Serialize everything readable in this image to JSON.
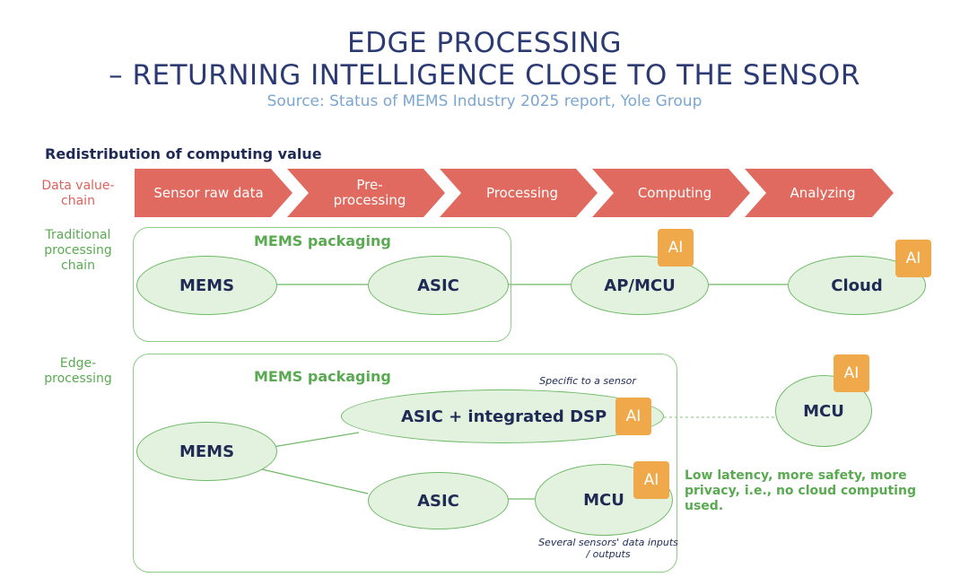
{
  "title_line1": "EDGE PROCESSING",
  "title_line2": "– RETURNING INTELLIGENCE CLOSE TO THE SENSOR",
  "source": "Source: Status of MEMS Industry 2025 report, Yole Group",
  "section_title": "Redistribution of computing value",
  "row_labels": {
    "value_chain": "Data value-\nchain",
    "traditional": "Traditional\nprocessing\nchain",
    "edge": "Edge-\nprocessing"
  },
  "value_chain": [
    "Sensor raw data",
    "Pre-\nprocessing",
    "Processing",
    "Computing",
    "Analyzing"
  ],
  "traditional": {
    "packaging_label": "MEMS packaging",
    "nodes": [
      "MEMS",
      "ASIC",
      "AP/MCU",
      "Cloud"
    ],
    "ai_label": "AI"
  },
  "edge": {
    "packaging_label": "MEMS packaging",
    "mems": "MEMS",
    "asic_dsp": "ASIC + integrated DSP",
    "asic": "ASIC",
    "inner_mcu": "MCU",
    "outer_mcu": "MCU",
    "ai_label": "AI",
    "note_sensor": "Specific to a sensor",
    "note_inputs": "Several sensors' data inputs\n/ outputs",
    "benefit": "Low latency, more safety, more\nprivacy, i.e., no cloud computing\nused."
  },
  "colors": {
    "title": "#2b3a73",
    "source": "#7aa6cf",
    "arrow": "#e06a5f",
    "green_text": "#5aaa52",
    "ellipse_fill": "#e3f2df",
    "ellipse_stroke": "#6fb967",
    "ai_badge": "#f0a94a"
  }
}
